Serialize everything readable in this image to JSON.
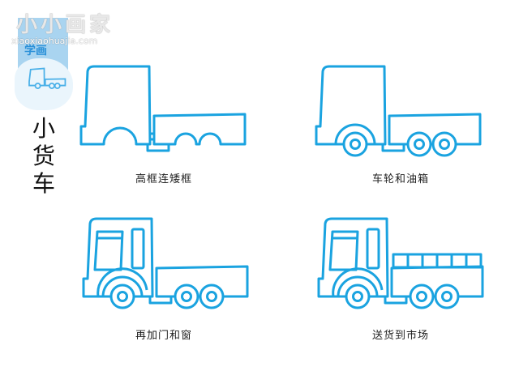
{
  "logo": {
    "brand": "小小画家",
    "site": "xiaoxiaohuajia.com",
    "badge": "学画"
  },
  "title": "小货车",
  "line_color": "#1aa3e0",
  "steps": [
    {
      "caption": "高框连矮框"
    },
    {
      "caption": "车轮和油箱"
    },
    {
      "caption": "再加门和窗"
    },
    {
      "caption": "送货到市场"
    }
  ]
}
